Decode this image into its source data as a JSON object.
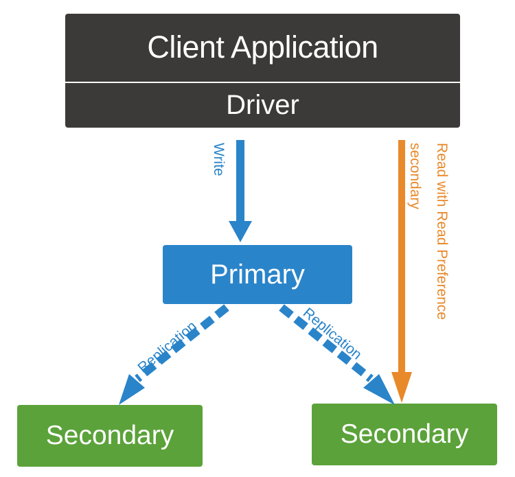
{
  "client": {
    "title": "Client Application",
    "driver": "Driver"
  },
  "nodes": {
    "primary": "Primary",
    "secondary_left": "Secondary",
    "secondary_right": "Secondary"
  },
  "edges": {
    "write": "Write",
    "replication_left": "Replication",
    "replication_right": "Replication",
    "read_line1": "Read with Read Preference",
    "read_line2": "secondary"
  },
  "colors": {
    "client_bg": "#3c3a38",
    "primary_bg": "#2a84c9",
    "secondary_bg": "#5ba23a",
    "write_arrow": "#2a84c9",
    "read_arrow": "#e8892a"
  }
}
